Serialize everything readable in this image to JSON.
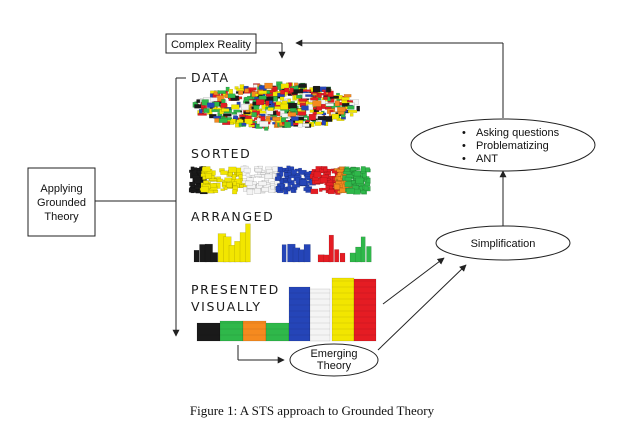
{
  "boxes": {
    "complex_reality": "Complex Reality",
    "applying_line1": "Applying",
    "applying_line2": "Grounded",
    "applying_line3": "Theory"
  },
  "stages": {
    "data": "DATA",
    "sorted": "SORTED",
    "arranged": "ARRANGED",
    "presented_line1": "PRESENTED",
    "presented_line2": "VISUALLY"
  },
  "ellipses": {
    "questions": [
      "Asking questions",
      "Problematizing",
      "ANT"
    ],
    "simplification": "Simplification",
    "emerging_line1": "Emerging",
    "emerging_line2": "Theory"
  },
  "caption": "Figure 1: A STS approach to Grounded Theory",
  "colors": {
    "yellow": "#f2e600",
    "green": "#2fb84a",
    "blue": "#2545b8",
    "red": "#e51c23",
    "orange": "#f58a1f",
    "black": "#1a1a1a",
    "white": "#f4f4f4"
  }
}
